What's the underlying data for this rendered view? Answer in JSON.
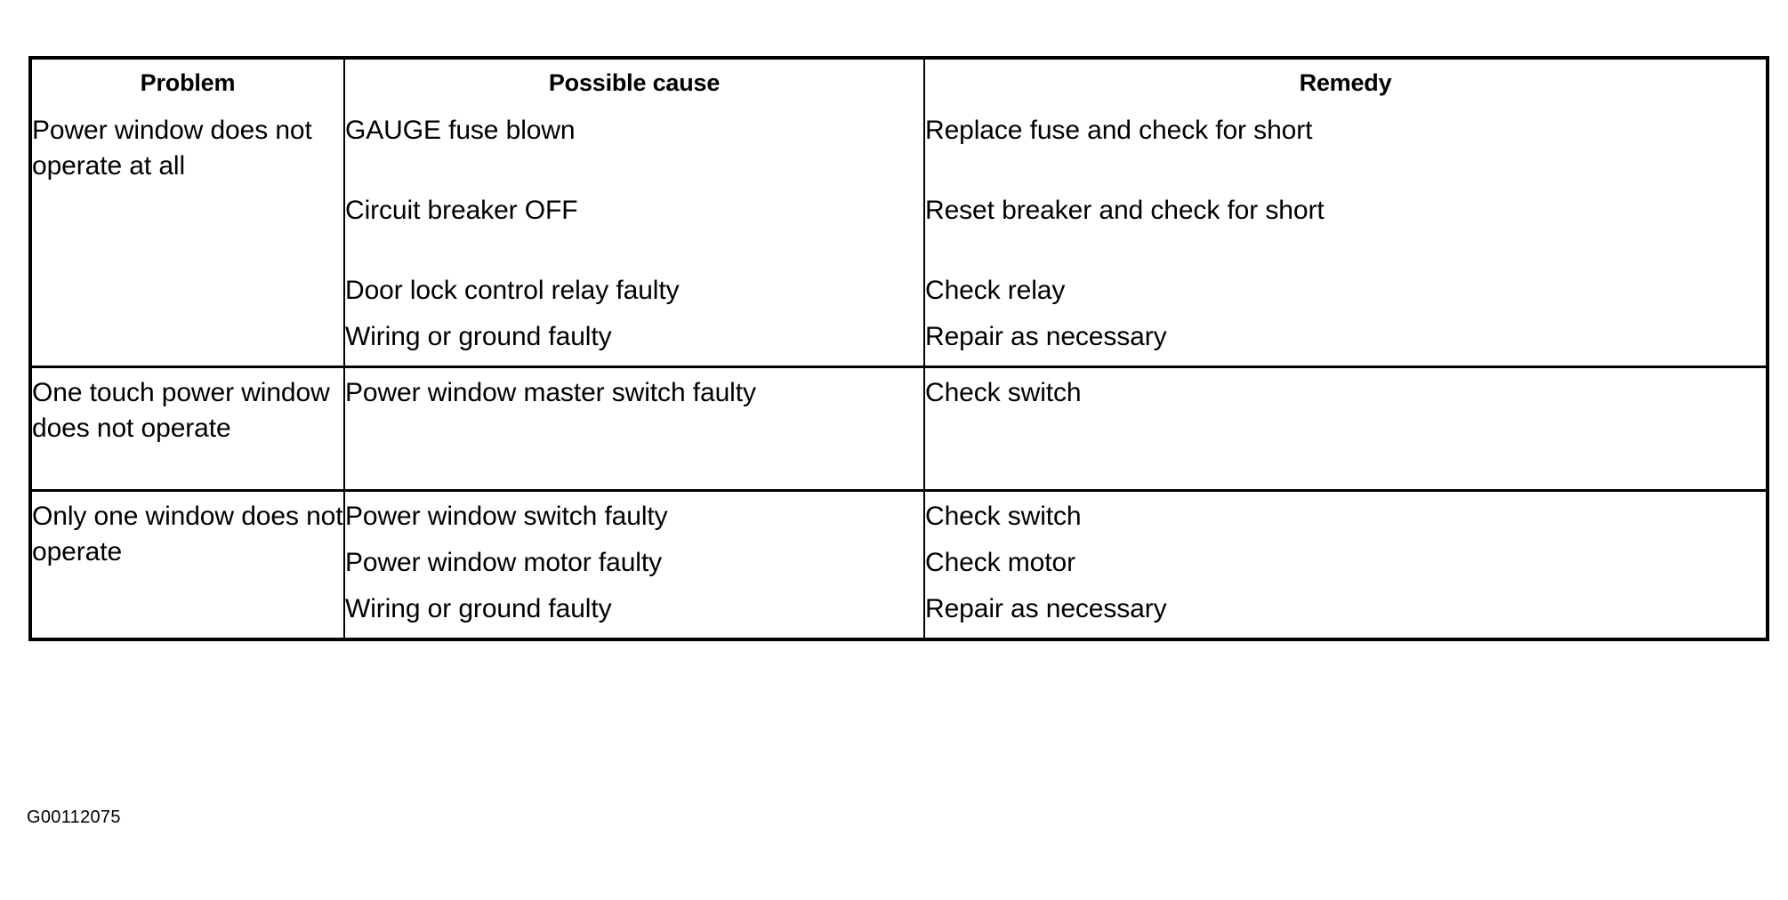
{
  "table": {
    "headers": [
      "Problem",
      "Possible cause",
      "Remedy"
    ],
    "rows": [
      {
        "problem": "Power window does not operate at all",
        "items": [
          {
            "cause": "GAUGE fuse blown",
            "remedy": "Replace fuse and check for short",
            "height": 90
          },
          {
            "cause": "Circuit breaker OFF",
            "remedy": "Reset breaker and check for short",
            "height": 90
          },
          {
            "cause": "Door lock control relay faulty",
            "remedy": "Check relay",
            "height": 52
          },
          {
            "cause": "Wiring or ground faulty",
            "remedy": "Repair as necessary",
            "height": 44
          }
        ]
      },
      {
        "problem": "One touch power window does not operate",
        "items": [
          {
            "cause": "Power window master switch faulty",
            "remedy": "Check switch",
            "height": 120
          }
        ]
      },
      {
        "problem": "Only one window does not operate",
        "items": [
          {
            "cause": "Power window switch faulty",
            "remedy": "Check switch",
            "height": 52
          },
          {
            "cause": "Power window motor faulty",
            "remedy": "Check motor",
            "height": 52
          },
          {
            "cause": "Wiring or ground faulty",
            "remedy": "Repair as necessary",
            "height": 44
          }
        ]
      }
    ]
  },
  "footer": {
    "code": "G00112075"
  },
  "colors": {
    "ink": "#000000",
    "paper": "#ffffff"
  }
}
